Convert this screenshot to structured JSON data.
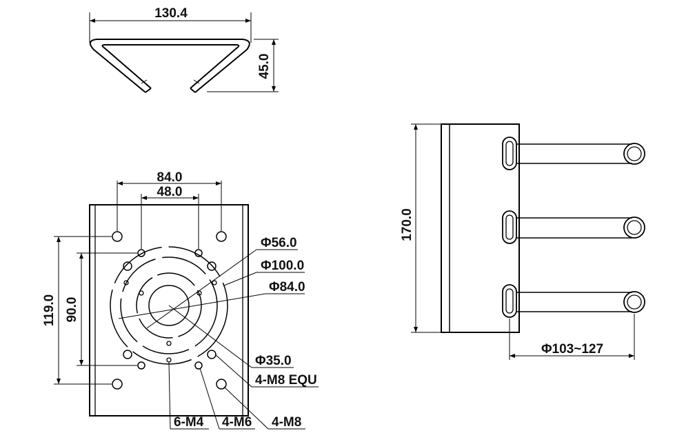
{
  "drawing": {
    "top_view": {
      "width_label": "130.4",
      "height_label": "45.0"
    },
    "plate_view": {
      "d84_label": "84.0",
      "d48_label": "48.0",
      "h119_label": "119.0",
      "h90_label": "90.0",
      "phi56_label": "Φ56.0",
      "phi100_label": "Φ100.0",
      "phi84_label": "Φ84.0",
      "phi35_label": "Φ35.0",
      "m8equ_label": "4-M8 EQU",
      "m4_label": "6-M4",
      "m6_label": "4-M6",
      "m8_label": "4-M8"
    },
    "side_view": {
      "height_label": "170.0",
      "pole_label": "Φ103~127"
    }
  }
}
